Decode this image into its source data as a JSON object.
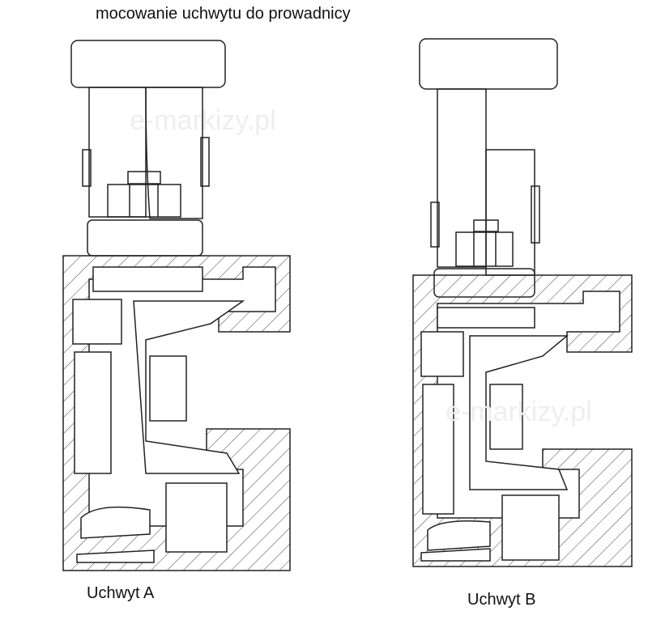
{
  "title": "mocowanie uchwytu do prowadnicy",
  "captions": {
    "a": "Uchwyt A",
    "b": "Uchwyt B"
  },
  "watermark": "e-markizy.pl",
  "colors": {
    "line": "#222222",
    "background": "#ffffff",
    "watermark": "#eeeeee"
  }
}
